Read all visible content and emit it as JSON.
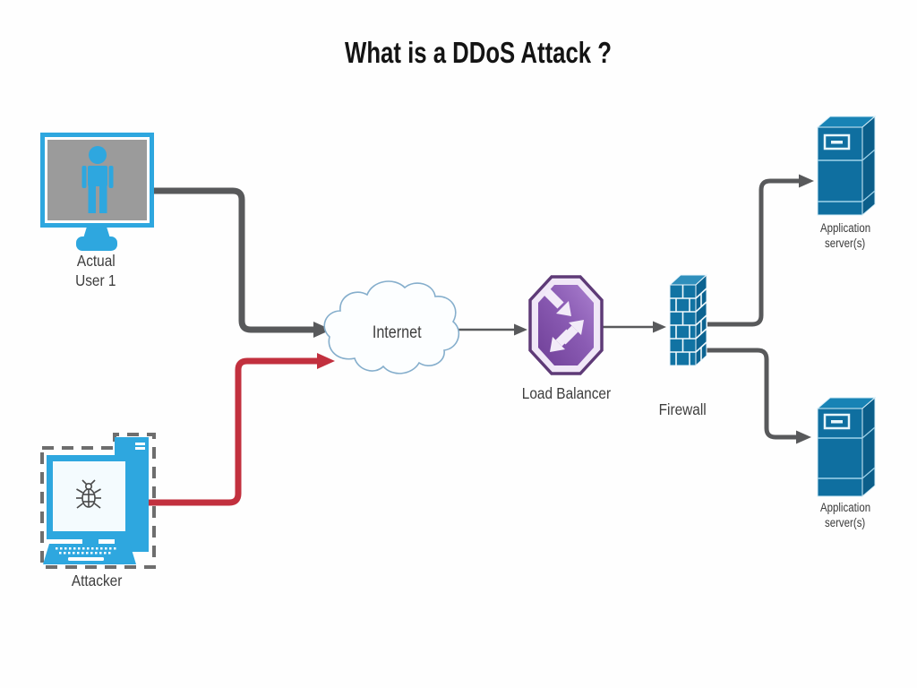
{
  "title": "What is a DDoS Attack ?",
  "nodes": {
    "actual_user": {
      "label_line1": "Actual",
      "label_line2": "User 1",
      "icon": "person-icon"
    },
    "attacker": {
      "label": "Attacker",
      "icon": "bug-icon"
    },
    "internet": {
      "label": "Internet",
      "icon": "cloud-icon"
    },
    "load_balancer": {
      "label": "Load Balancer",
      "icon": "load-balancer-icon"
    },
    "firewall": {
      "label": "Firewall",
      "icon": "firewall-icon"
    },
    "app_server_top": {
      "label_line1": "Application",
      "label_line2": "server(s)",
      "icon": "server-icon"
    },
    "app_server_bottom": {
      "label_line1": "Application",
      "label_line2": "server(s)",
      "icon": "server-icon"
    }
  },
  "connections": [
    {
      "from": "actual_user",
      "to": "internet",
      "color": "#58595b",
      "style": "thick"
    },
    {
      "from": "attacker",
      "to": "internet",
      "color": "#c2303e",
      "style": "thick"
    },
    {
      "from": "internet",
      "to": "load_balancer",
      "color": "#58595b",
      "style": "thin"
    },
    {
      "from": "load_balancer",
      "to": "firewall",
      "color": "#58595b",
      "style": "thin"
    },
    {
      "from": "firewall",
      "to": "app_server_top",
      "color": "#58595b",
      "style": "medium"
    },
    {
      "from": "firewall",
      "to": "app_server_bottom",
      "color": "#58595b",
      "style": "medium"
    }
  ],
  "colors": {
    "device_blue": "#2ea7df",
    "server_blue": "#0f6fa0",
    "connector_gray": "#58595b",
    "attack_red": "#c2303e",
    "balancer_purple": "#7b4ea3",
    "label_text": "#3d3d3d",
    "screen_gray": "#9b9b9b"
  }
}
